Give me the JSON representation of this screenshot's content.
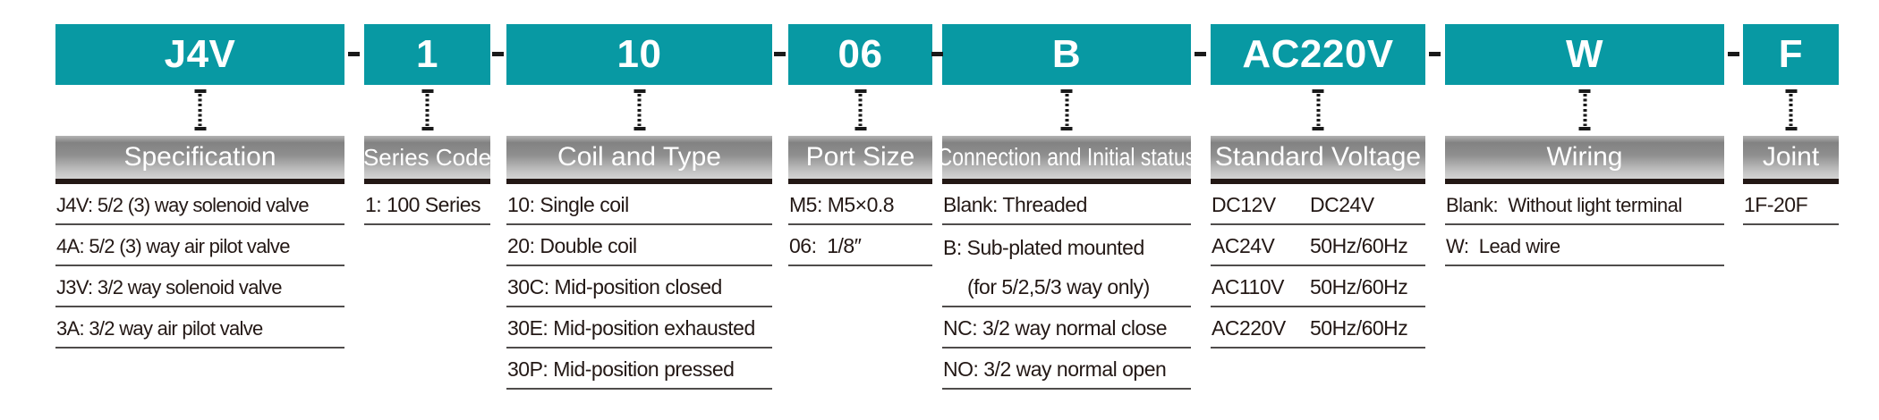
{
  "colors": {
    "code_box_teal": "#0899a3",
    "header_gradient_top": "#828282",
    "header_gradient_bottom": "#d2d2d2",
    "header_bottom_bar": "#231815",
    "text_dark": "#231815",
    "underline": "#4f4c4b",
    "connector_black": "#1a1a1a"
  },
  "code_separator": "-",
  "full_code": "J4V-1-10-06-B-AC220V-W-F",
  "columns": [
    {
      "code": "J4V",
      "header": "Specification",
      "items": [
        {
          "text": "J4V: 5/2 (3) way solenoid valve"
        },
        {
          "text": "4A: 5/2 (3) way air pilot valve"
        },
        {
          "text": "J3V: 3/2 way solenoid valve"
        },
        {
          "text": "3A: 3/2 way air pilot valve"
        }
      ]
    },
    {
      "code": "1",
      "header": "Series Code",
      "items": [
        {
          "text": "1: 100 Series"
        }
      ]
    },
    {
      "code": "10",
      "header": "Coil and Type",
      "items": [
        {
          "text": "10: Single coil"
        },
        {
          "text": "20: Double coil"
        },
        {
          "text": "30C: Mid-position closed"
        },
        {
          "text": "30E: Mid-position exhausted"
        },
        {
          "text": "30P: Mid-position pressed"
        }
      ]
    },
    {
      "code": "06",
      "header": "Port Size",
      "items": [
        {
          "text": "M5: M5×0.8"
        },
        {
          "text": "06:  1/8″"
        }
      ]
    },
    {
      "code": "B",
      "header": "Connection and Initial status",
      "items": [
        {
          "text": "Blank: Threaded"
        },
        {
          "text": "B: Sub-plated mounted"
        },
        {
          "text": "(for 5/2,5/3 way only)"
        },
        {
          "text": "NC: 3/2 way normal close"
        },
        {
          "text": "NO: 3/2 way normal open"
        }
      ]
    },
    {
      "code": "AC220V",
      "header": "Standard Voltage",
      "items": [
        {
          "col1": "DC12V",
          "col2": "DC24V"
        },
        {
          "col1": "AC24V",
          "col2": "50Hz/60Hz"
        },
        {
          "col1": "AC110V",
          "col2": "50Hz/60Hz"
        },
        {
          "col1": "AC220V",
          "col2": "50Hz/60Hz"
        }
      ]
    },
    {
      "code": "W",
      "header": "Wiring",
      "items": [
        {
          "text": "Blank:  Without light terminal"
        },
        {
          "text": "W:  Lead wire"
        }
      ]
    },
    {
      "code": "F",
      "header": "Joint",
      "items": [
        {
          "text": "1F-20F"
        }
      ]
    }
  ]
}
